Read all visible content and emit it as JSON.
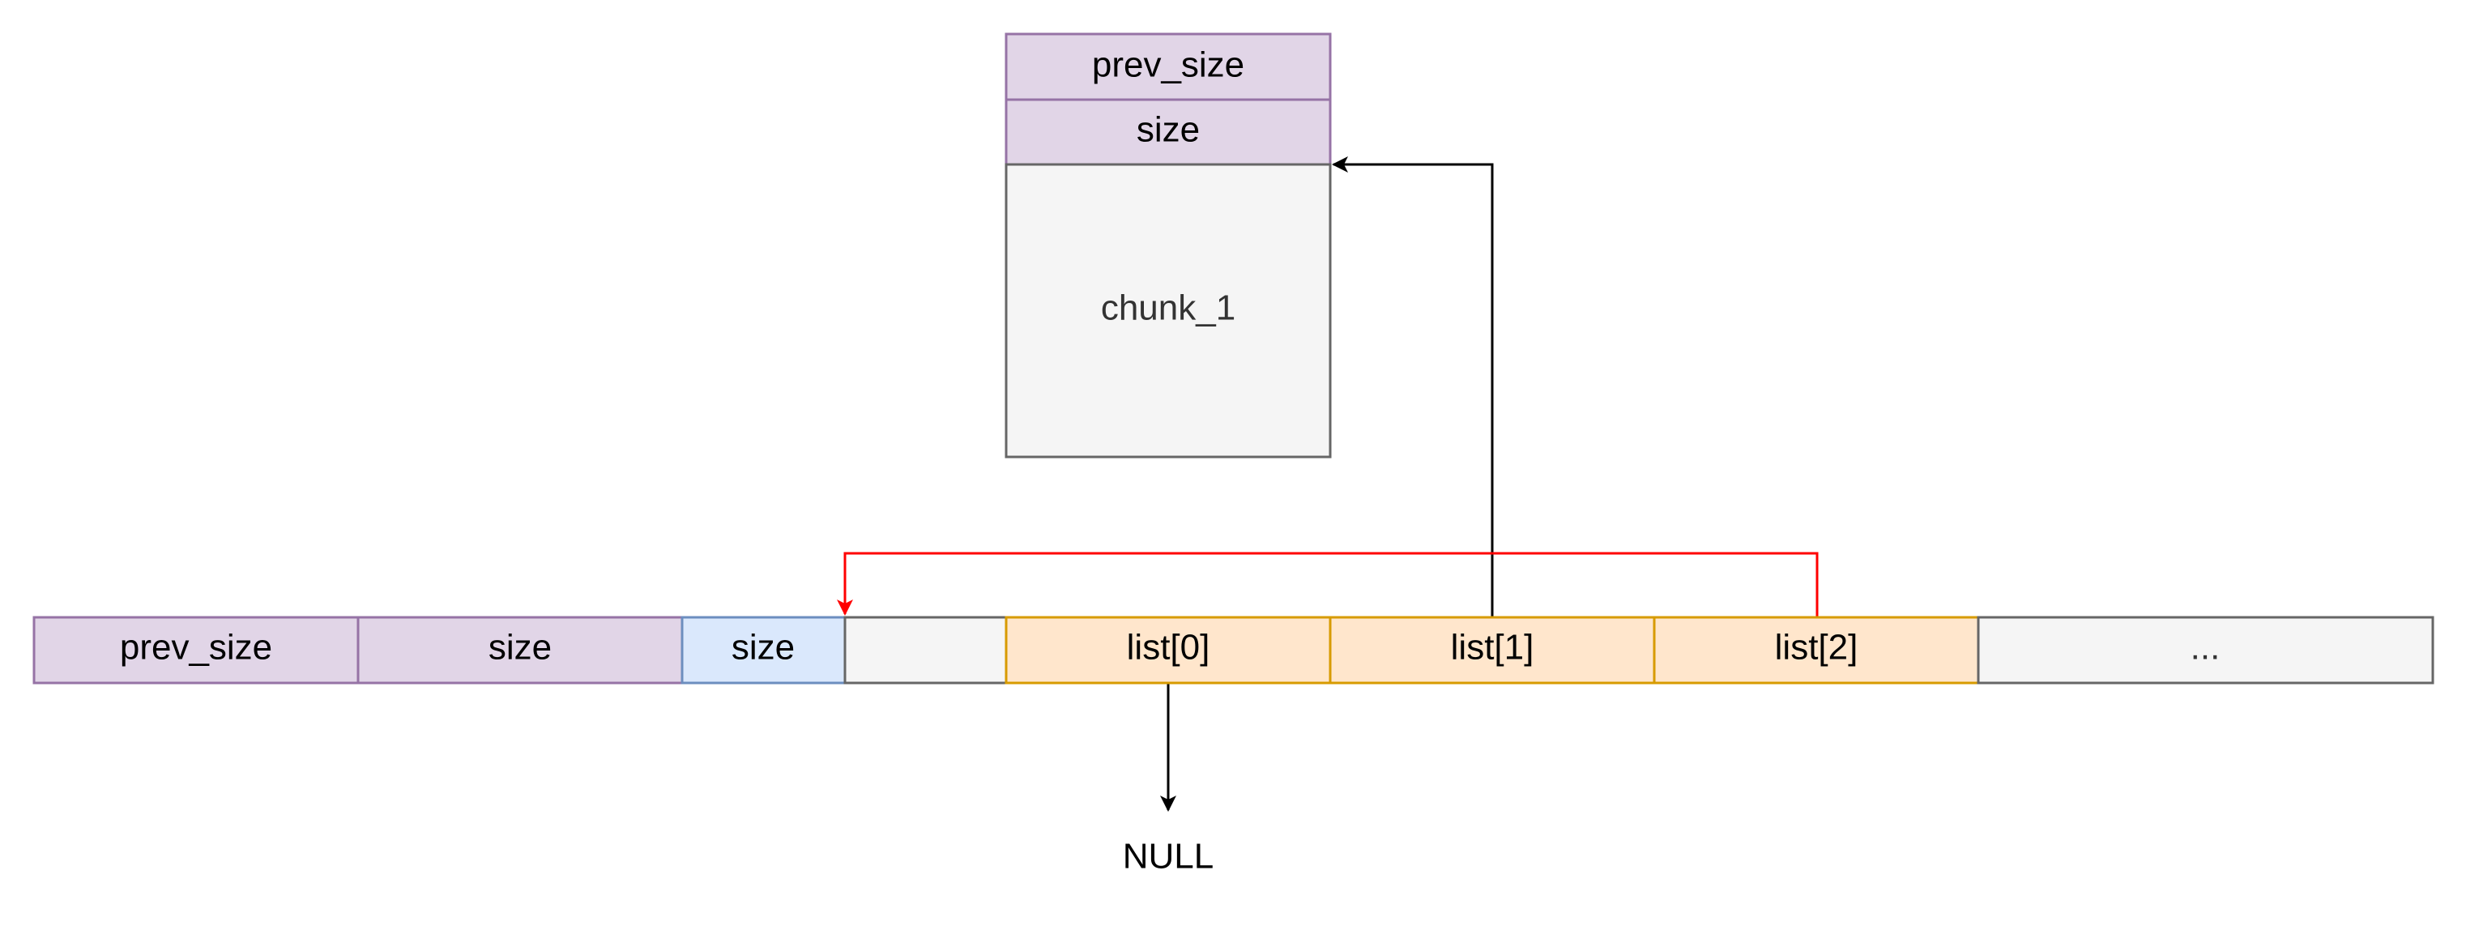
{
  "chunk": {
    "prev_size_label": "prev_size",
    "size_label": "size",
    "body_label": "chunk_1"
  },
  "memory_row": {
    "cells": [
      {
        "label": "prev_size",
        "kind": "header"
      },
      {
        "label": "size",
        "kind": "header"
      },
      {
        "label": "size",
        "kind": "fake-size"
      },
      {
        "label": "",
        "kind": "empty"
      },
      {
        "label": "list[0]",
        "kind": "list"
      },
      {
        "label": "list[1]",
        "kind": "list"
      },
      {
        "label": "list[2]",
        "kind": "list"
      },
      {
        "label": "...",
        "kind": "empty"
      }
    ]
  },
  "null_label": "NULL",
  "colors": {
    "header_fill": "#e1d5e7",
    "header_stroke": "#9673a6",
    "fake_size_fill": "#dae8fc",
    "fake_size_stroke": "#6c8ebf",
    "list_fill": "#ffe6cc",
    "list_stroke": "#d79b00",
    "empty_fill": "#f5f5f5",
    "empty_stroke": "#666666",
    "arrow_black": "#000000",
    "arrow_red": "#ff0000"
  },
  "edges": [
    {
      "from": "list[1]",
      "to": "chunk_1",
      "color": "black"
    },
    {
      "from": "list[2]",
      "to": "fake-size",
      "color": "red"
    },
    {
      "from": "list[0]",
      "to": "NULL",
      "color": "black"
    }
  ]
}
